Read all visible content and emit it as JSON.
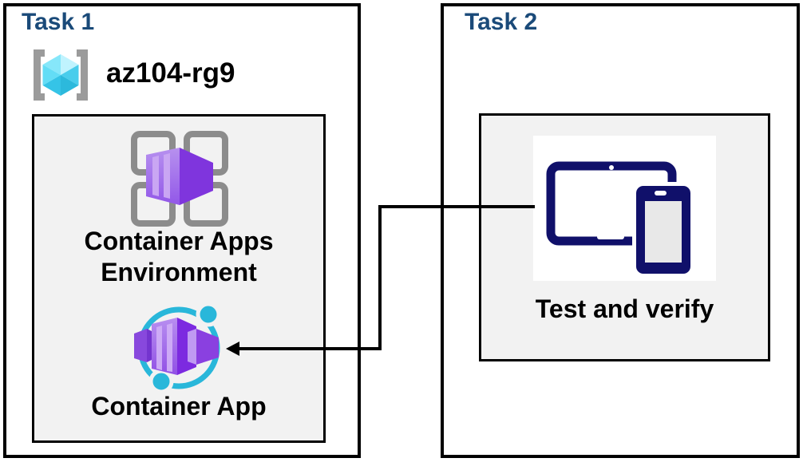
{
  "task1": {
    "title": "Task 1",
    "resource_group_name": "az104-rg9",
    "environment_label": "Container Apps Environment",
    "app_label": "Container App"
  },
  "task2": {
    "title": "Task 2",
    "verify_label": "Test and verify"
  },
  "icons": {
    "resource_group": "resource-group-icon",
    "container_apps_environment": "container-apps-environment-icon",
    "container_app": "container-app-icon",
    "devices": "devices-icon",
    "connector": "arrow-connector"
  },
  "colors": {
    "header_blue": "#1a4a79",
    "panel_gray": "#f2f2f2",
    "border_black": "#000000",
    "icon_cyan": "#29b7da",
    "icon_purple": "#9a5ce6",
    "icon_navy": "#10106a",
    "bracket_gray": "#9b9b9b",
    "text_black": "#000000"
  }
}
